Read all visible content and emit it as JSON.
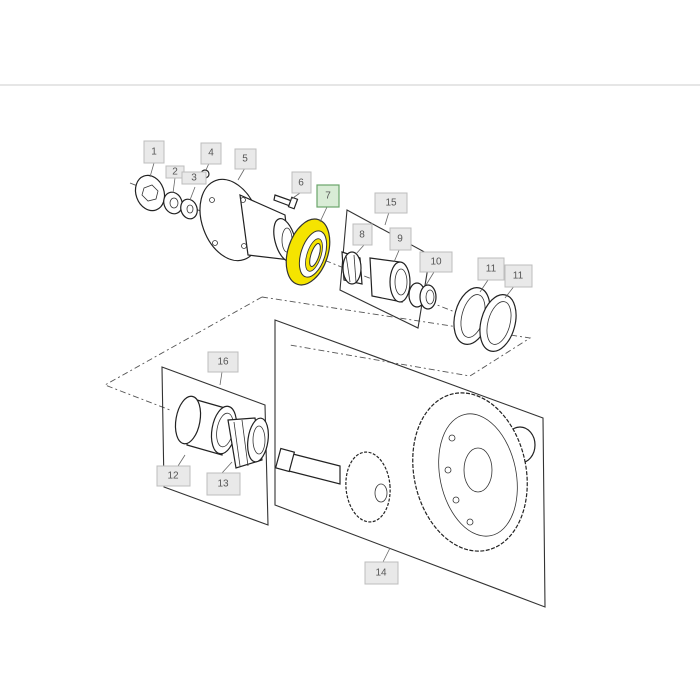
{
  "diagram": {
    "type": "exploded-parts-view",
    "selected_callout": "7",
    "highlight_color": "#f5e400",
    "selected_label_fill": "#d9ecd6",
    "label_fill": "#e9e9e9",
    "callouts": [
      {
        "id": "c1",
        "label": "1",
        "part": "lock-washer"
      },
      {
        "id": "c2",
        "label": "2",
        "part": "nut"
      },
      {
        "id": "c3",
        "label": "3",
        "part": "washer"
      },
      {
        "id": "c4",
        "label": "4",
        "part": "small-nut"
      },
      {
        "id": "c5",
        "label": "5",
        "part": "flange-hub"
      },
      {
        "id": "c6",
        "label": "6",
        "part": "bolt"
      },
      {
        "id": "c7",
        "label": "7",
        "part": "seal-ring",
        "selected": true
      },
      {
        "id": "c8",
        "label": "8",
        "part": "tapered-roller-bearing-cone"
      },
      {
        "id": "c9",
        "label": "9",
        "part": "bearing-cup"
      },
      {
        "id": "c10",
        "label": "10",
        "part": "spacer"
      },
      {
        "id": "c11a",
        "label": "11",
        "part": "shim"
      },
      {
        "id": "c11b",
        "label": "11",
        "part": "shim"
      },
      {
        "id": "c12",
        "label": "12",
        "part": "bearing-cup"
      },
      {
        "id": "c13",
        "label": "13",
        "part": "bearing-cone"
      },
      {
        "id": "c14",
        "label": "14",
        "part": "ring-and-pinion-gear-set"
      },
      {
        "id": "c15",
        "label": "15",
        "part": "bearing-kit"
      },
      {
        "id": "c16",
        "label": "16",
        "part": "bearing-kit"
      }
    ]
  }
}
